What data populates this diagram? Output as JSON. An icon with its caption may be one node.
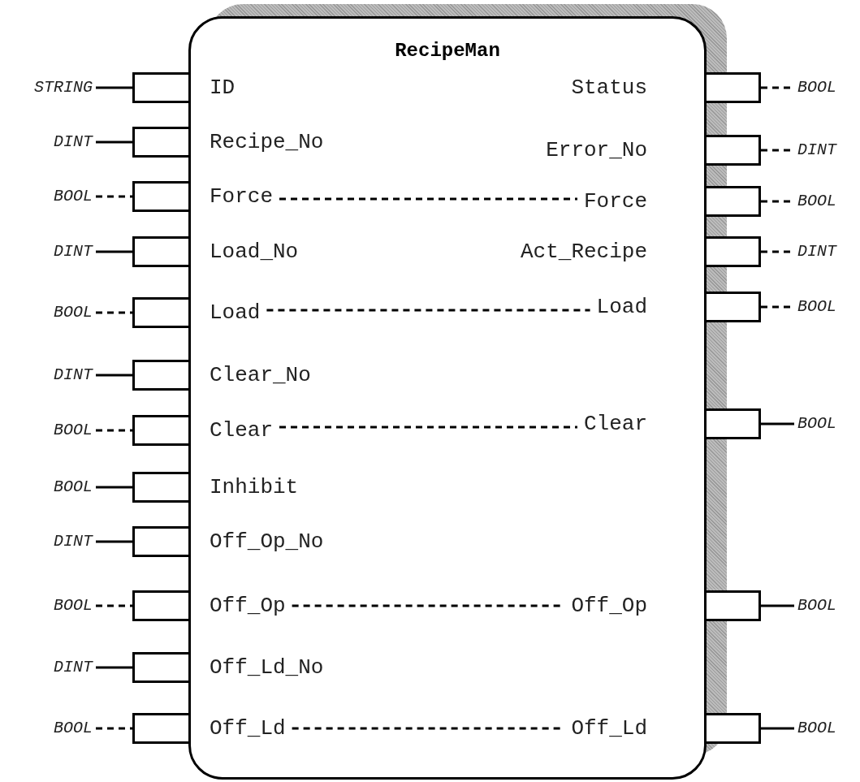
{
  "diagram": {
    "nodes": [
      {
        "text": [
          "RecipeMan"
        ]
      },
      {
        "text": [
          "STRING"
        ]
      },
      {
        "text": [],
        "shape": "box"
      },
      {
        "text": [
          "ID"
        ],
        "in": 0
      },
      {
        "text": [
          "DINT"
        ]
      },
      {
        "text": [],
        "shape": "box"
      },
      {
        "text": [
          "Recipe_No"
        ],
        "in": 0
      },
      {
        "text": [
          "BOOL"
        ]
      },
      {
        "text": [],
        "shape": "box"
      },
      {
        "text": [
          "Force"
        ],
        "in": 0
      },
      {
        "text": [
          "DINT"
        ]
      },
      {
        "text": [],
        "shape": "box"
      },
      {
        "text": [
          "Load_No"
        ],
        "in": 0
      },
      {
        "text": [
          "BOOL"
        ]
      },
      {
        "text": [],
        "shape": "box"
      },
      {
        "text": [
          "Load"
        ],
        "in": 0
      },
      {
        "text": [
          "DINT"
        ]
      },
      {
        "text": [],
        "shape": "box"
      },
      {
        "text": [
          "Clear_No"
        ],
        "in": 0
      },
      {
        "text": [
          "BOOL"
        ]
      },
      {
        "text": [],
        "shape": "box"
      },
      {
        "text": [
          "Clear"
        ],
        "in": 0
      },
      {
        "text": [
          "BOOL"
        ]
      },
      {
        "text": [],
        "shape": "box"
      },
      {
        "text": [
          "Inhibit"
        ],
        "in": 0
      },
      {
        "text": [
          "DINT"
        ]
      },
      {
        "text": [],
        "shape": "box"
      },
      {
        "text": [
          "Off_Op_No"
        ],
        "in": 0
      },
      {
        "text": [
          "BOOL"
        ]
      },
      {
        "text": [],
        "shape": "box"
      },
      {
        "text": [
          "Off_Op"
        ],
        "in": 0
      },
      {
        "text": [
          "DINT"
        ]
      },
      {
        "text": [],
        "shape": "box"
      },
      {
        "text": [
          "Off_Ld_No"
        ],
        "in": 0
      },
      {
        "text": [
          "BOOL"
        ]
      },
      {
        "text": [],
        "shape": "box"
      },
      {
        "text": [
          "Off_Ld"
        ],
        "in": 0
      },
      {
        "text": [
          "Status"
        ],
        "in": 0
      },
      {
        "text": [],
        "shape": "box"
      },
      {
        "text": [
          "BOOL"
        ]
      },
      {
        "text": [
          "Error_No"
        ],
        "in": 0
      },
      {
        "text": [],
        "shape": "box"
      },
      {
        "text": [
          "DINT"
        ]
      },
      {
        "text": [
          "Force"
        ],
        "in": 0
      },
      {
        "text": [],
        "shape": "box"
      },
      {
        "text": [
          "BOOL"
        ]
      },
      {
        "text": [
          "Act_Recipe"
        ],
        "in": 0
      },
      {
        "text": [],
        "shape": "box"
      },
      {
        "text": [
          "DINT"
        ]
      },
      {
        "text": [
          "Load"
        ],
        "in": 0
      },
      {
        "text": [],
        "shape": "box"
      },
      {
        "text": [
          "BOOL"
        ]
      },
      {
        "text": [
          "Clear"
        ],
        "in": 0
      },
      {
        "text": [],
        "shape": "box"
      },
      {
        "text": [
          "BOOL"
        ]
      },
      {
        "text": [
          "Off_Op"
        ],
        "in": 0
      },
      {
        "text": [],
        "shape": "box"
      },
      {
        "text": [
          "BOOL"
        ]
      },
      {
        "text": [
          "Off_Ld"
        ],
        "in": 0
      },
      {
        "text": [],
        "shape": "box"
      },
      {
        "text": [
          "BOOL"
        ]
      }
    ],
    "edges": [
      {
        "from": 1,
        "to": 2,
        "arrow": "none"
      },
      {
        "from": 4,
        "to": 5,
        "arrow": "none"
      },
      {
        "from": 7,
        "to": 8,
        "arrow": "none",
        "style": "dashed"
      },
      {
        "from": 10,
        "to": 11,
        "arrow": "none"
      },
      {
        "from": 13,
        "to": 14,
        "arrow": "none",
        "style": "dashed"
      },
      {
        "from": 16,
        "to": 17,
        "arrow": "none"
      },
      {
        "from": 19,
        "to": 20,
        "arrow": "none",
        "style": "dashed"
      },
      {
        "from": 22,
        "to": 23,
        "arrow": "none"
      },
      {
        "from": 25,
        "to": 26,
        "arrow": "none"
      },
      {
        "from": 28,
        "to": 29,
        "arrow": "none",
        "style": "dashed"
      },
      {
        "from": 31,
        "to": 32,
        "arrow": "none"
      },
      {
        "from": 34,
        "to": 35,
        "arrow": "none",
        "style": "dashed"
      },
      {
        "from": 38,
        "to": 39,
        "arrow": "none",
        "style": "dashed"
      },
      {
        "from": 41,
        "to": 42,
        "arrow": "none",
        "style": "dashed"
      },
      {
        "from": 44,
        "to": 45,
        "arrow": "none",
        "style": "dashed"
      },
      {
        "from": 47,
        "to": 48,
        "arrow": "none",
        "style": "dashed"
      },
      {
        "from": 50,
        "to": 51,
        "arrow": "none",
        "style": "dashed"
      },
      {
        "from": 53,
        "to": 54,
        "arrow": "none"
      },
      {
        "from": 56,
        "to": 57,
        "arrow": "none"
      },
      {
        "from": 59,
        "to": 60,
        "arrow": "none"
      },
      {
        "from": 9,
        "to": 43,
        "arrow": "none",
        "style": "dashed"
      },
      {
        "from": 15,
        "to": 49,
        "arrow": "none",
        "style": "dashed"
      },
      {
        "from": 21,
        "to": 52,
        "arrow": "none",
        "style": "dashed"
      },
      {
        "from": 30,
        "to": 55,
        "arrow": "none",
        "style": "dashed"
      },
      {
        "from": 36,
        "to": 58,
        "arrow": "none",
        "style": "dashed"
      }
    ]
  }
}
